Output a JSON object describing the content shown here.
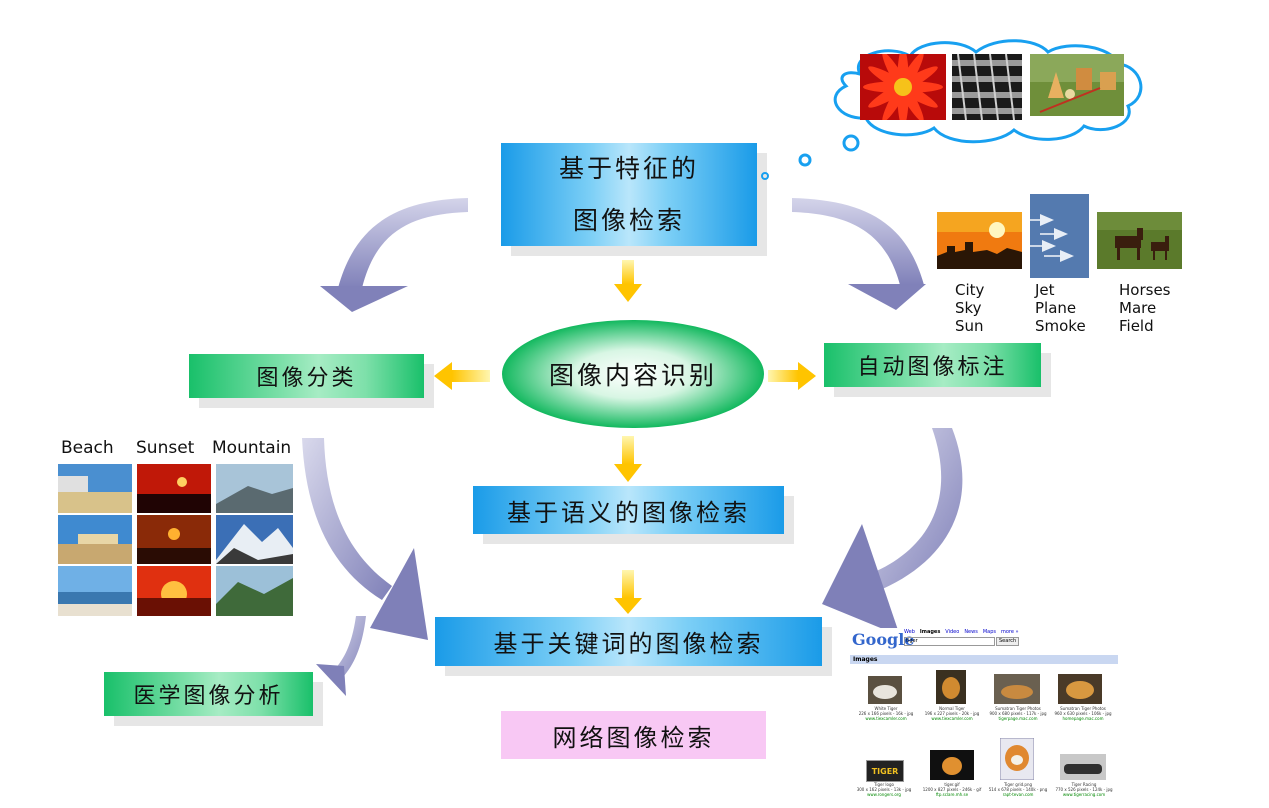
{
  "diagram": {
    "feature_retrieval": [
      "基于特征的",
      "图像检索"
    ],
    "content_recognition": "图像内容识别",
    "image_classification": "图像分类",
    "auto_annotation": "自动图像标注",
    "semantic_retrieval": "基于语义的图像检索",
    "keyword_retrieval": "基于关键词的图像检索",
    "medical_analysis": "医学图像分析",
    "web_retrieval": "网络图像检索"
  },
  "annotation_labels": [
    [
      "City",
      "Sky",
      "Sun"
    ],
    [
      "Jet",
      "Plane",
      "Smoke"
    ],
    [
      "Horses",
      "Mare",
      "Field"
    ]
  ],
  "classification_labels": [
    "Beach",
    "Sunset",
    "Mountain"
  ],
  "google": {
    "logo": "Google",
    "nav": [
      "Web",
      "Images",
      "Video",
      "News",
      "Maps",
      "more »"
    ],
    "query": "tiger",
    "search_button": "Search",
    "bar_title": "Images",
    "results": [
      {
        "title": "White Tiger",
        "meta": "226 x 166 pixels - 16k - jpg",
        "site": "www.tiexcamler.com"
      },
      {
        "title": "Normal Tiger",
        "meta": "196 x 227 pixels - 20k - jpg",
        "site": "www.tiexcamler.com"
      },
      {
        "title": "Sumatran Tiger Photos",
        "meta": "900 x 680 pixels - 117k - jpg",
        "site": "tigerpage.mac.com"
      },
      {
        "title": "Sumatran Tiger Photos",
        "meta": "960 x 630 pixels - 106k - jpg",
        "site": "homepage.mac.com"
      },
      {
        "title": "Tiger logo",
        "meta": "300 x 162 pixels - 13k - jpg",
        "site": "www.rongers.org"
      },
      {
        "title": "tiger.gif",
        "meta": "1200 x 827 pixels - 246k - gif",
        "site": "ftp.sclare.mh.se"
      },
      {
        "title": "Tiger grid.png",
        "meta": "514 x 678 pixels - 140k - png",
        "site": "rapt-tevan.com"
      },
      {
        "title": "Tiger Racing",
        "meta": "770 x 526 pixels - 124k - jpg",
        "site": "www.tigerracing.com"
      }
    ],
    "logo_thumb_text": "TIGER"
  },
  "colors": {
    "blue_box": "#1a9be8",
    "green_box": "#19c06a",
    "pink_box": "#f8c8f4",
    "arrow_yellow": "#ffd21e",
    "curve_arrow": "#8e8fbf"
  },
  "icons": [
    "thought-cloud",
    "curved-arrow",
    "down-arrow",
    "left-arrow",
    "right-arrow"
  ]
}
